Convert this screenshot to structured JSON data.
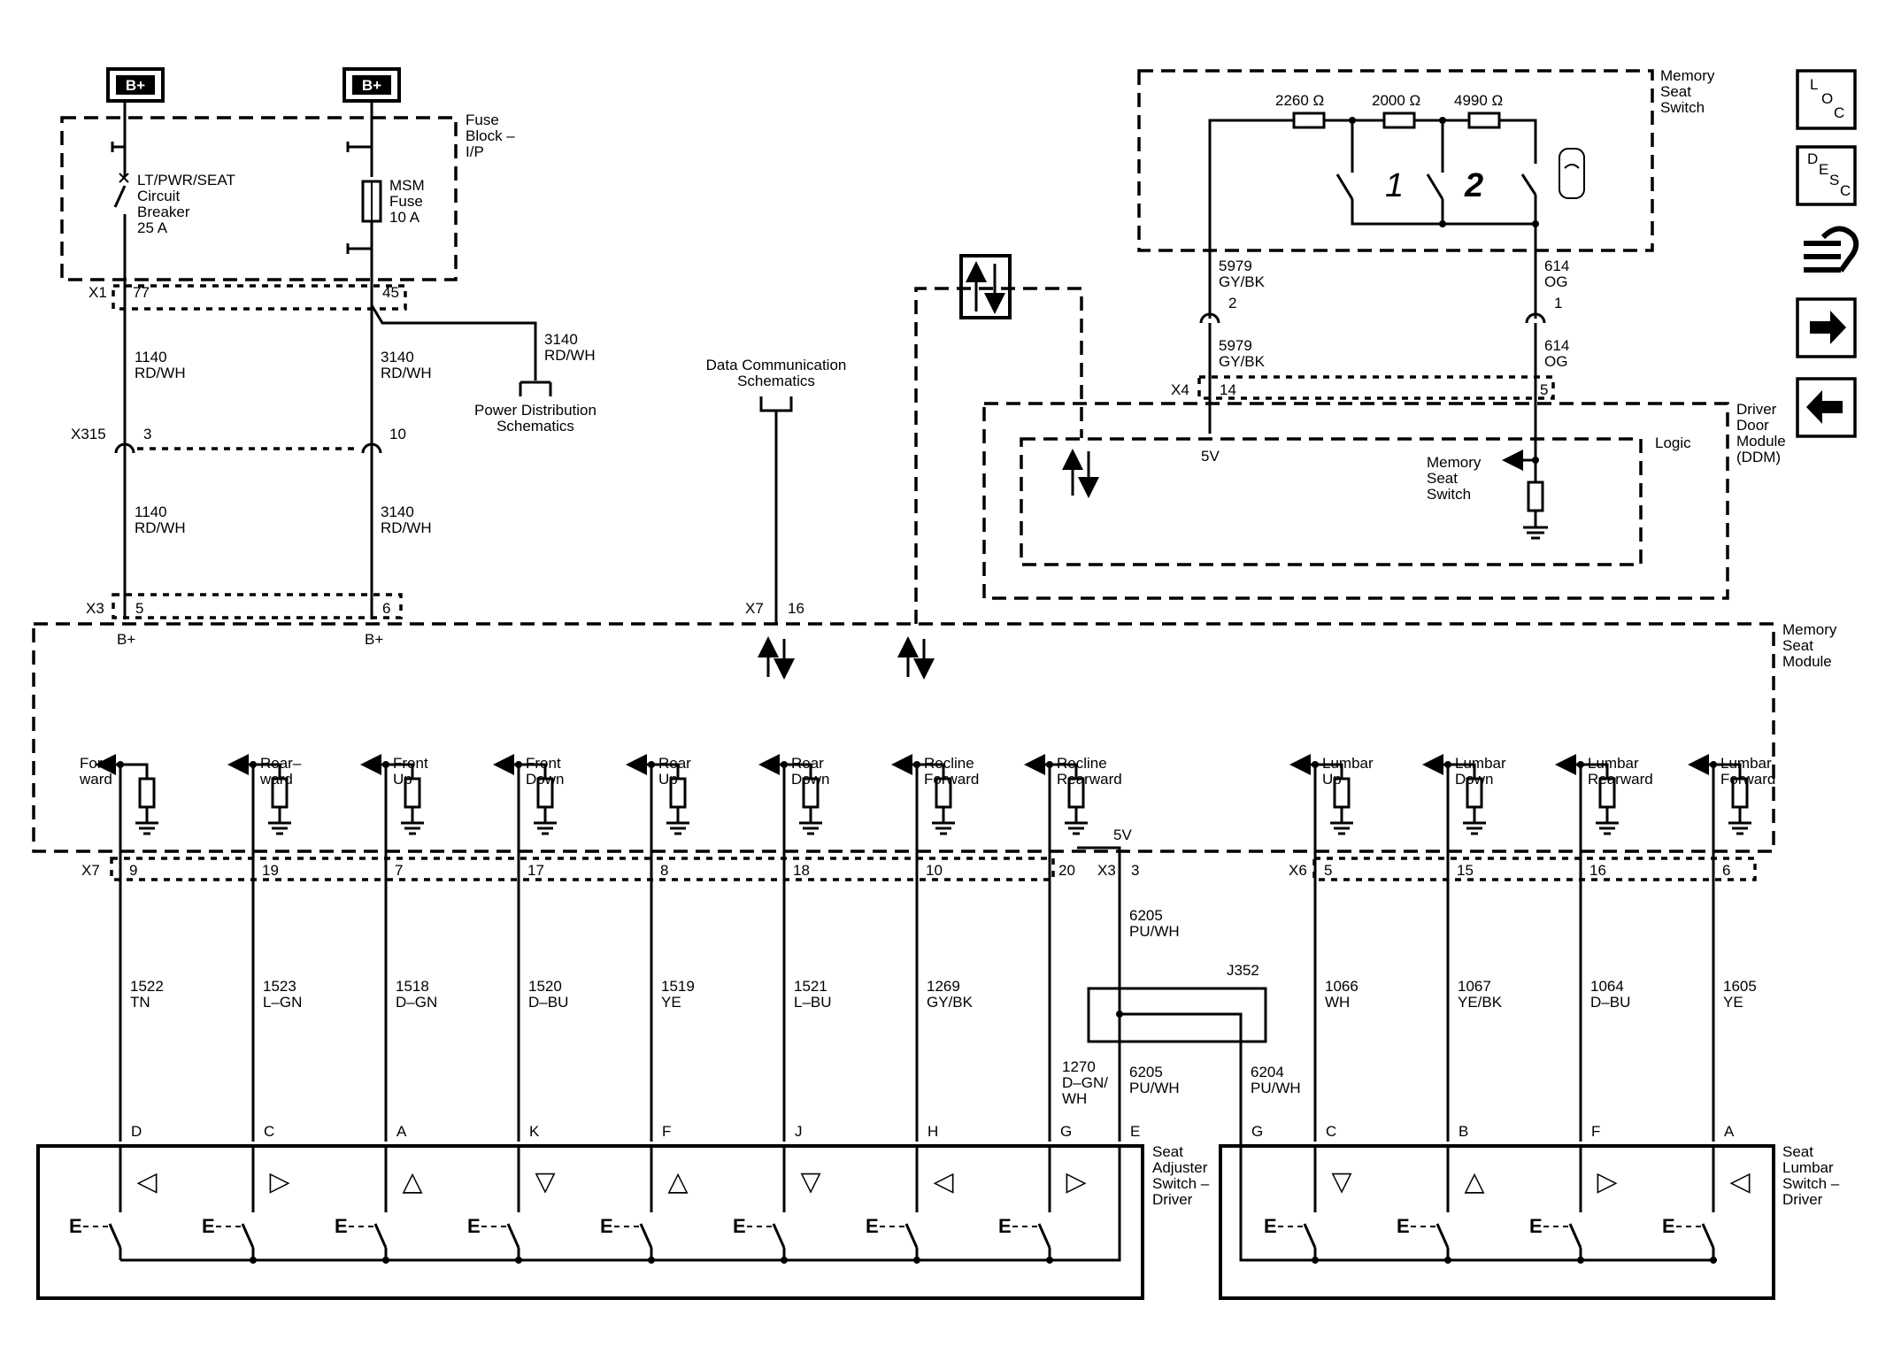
{
  "power": {
    "bplus_1": "B+",
    "bplus_2": "B+"
  },
  "fuse_block": {
    "label_1": "Fuse",
    "label_2": "Block –",
    "label_3": "I/P",
    "breaker_1": "LT/PWR/SEAT",
    "breaker_2": "Circuit",
    "breaker_3": "Breaker",
    "breaker_4": "25 A",
    "fuse_1": "MSM",
    "fuse_2": "Fuse",
    "fuse_3": "10 A"
  },
  "conn_x1": {
    "name": "X1",
    "pin_a": "77",
    "pin_b": "45"
  },
  "conn_x315": {
    "name": "X315",
    "pin_a": "3",
    "pin_b": "10"
  },
  "conn_x3_top": {
    "name": "X3",
    "pin_a": "5",
    "pin_b": "6",
    "lbl_a": "B+",
    "lbl_b": "B+"
  },
  "wires_top": {
    "w1140_num": "1140",
    "w1140_col": "RD/WH",
    "w1140b_num": "1140",
    "w1140b_col": "RD/WH",
    "w3140_num": "3140",
    "w3140_col": "RD/WH",
    "w3140b_num": "3140",
    "w3140b_col": "RD/WH",
    "w3140c_num": "3140",
    "w3140c_col": "RD/WH"
  },
  "power_dist": {
    "line1": "Power Distribution",
    "line2": "Schematics"
  },
  "data_comm": {
    "line1": "Data Communication",
    "line2": "Schematics",
    "conn": "X7",
    "pin": "16"
  },
  "memory_switch": {
    "label_1": "Memory",
    "label_2": "Seat",
    "label_3": "Switch",
    "r1": "2260 Ω",
    "r2": "2000 Ω",
    "r3": "4990 Ω",
    "btn1": "1",
    "btn2": "2"
  },
  "switch_wires": {
    "a_num": "5979",
    "a_col": "GY/BK",
    "a_pin": "2",
    "a2_num": "5979",
    "a2_col": "GY/BK",
    "b_num": "614",
    "b_col": "OG",
    "b_pin": "1",
    "b2_num": "614",
    "b2_col": "OG"
  },
  "conn_x4": {
    "name": "X4",
    "pin_a": "14",
    "pin_b": "5"
  },
  "ddm": {
    "label_1": "Driver",
    "label_2": "Door",
    "label_3": "Module",
    "label_4": "(DDM)",
    "logic": "Logic",
    "v5": "5V",
    "in_1": "Memory",
    "in_2": "Seat",
    "in_3": "Switch"
  },
  "msm": {
    "label_1": "Memory",
    "label_2": "Seat",
    "label_3": "Module"
  },
  "inputs": [
    {
      "l1": "For–",
      "l2": "ward"
    },
    {
      "l1": "Rear–",
      "l2": "ward"
    },
    {
      "l1": "Front",
      "l2": "Up"
    },
    {
      "l1": "Front",
      "l2": "Down"
    },
    {
      "l1": "Rear",
      "l2": "Up"
    },
    {
      "l1": "Rear",
      "l2": "Down"
    },
    {
      "l1": "Recline",
      "l2": "Forward"
    },
    {
      "l1": "Recline",
      "l2": "Rearward"
    },
    {
      "l1": "",
      "l2": ""
    },
    {
      "l1": "Lumbar",
      "l2": "Up"
    },
    {
      "l1": "Lumbar",
      "l2": "Down"
    },
    {
      "l1": "Lumbar",
      "l2": "Rearward"
    },
    {
      "l1": "Lumbar",
      "l2": "Forward"
    }
  ],
  "conn_x7": {
    "name": "X7",
    "pins": [
      "9",
      "19",
      "7",
      "17",
      "8",
      "18",
      "10",
      "20"
    ]
  },
  "conn_x3": {
    "name": "X3",
    "pin": "3",
    "v5": "5V"
  },
  "conn_x6": {
    "name": "X6",
    "pins": [
      "5",
      "15",
      "16",
      "6"
    ]
  },
  "wires_bottom": [
    {
      "num": "1522",
      "col": "TN"
    },
    {
      "num": "1523",
      "col": "L–GN"
    },
    {
      "num": "1518",
      "col": "D–GN"
    },
    {
      "num": "1520",
      "col": "D–BU"
    },
    {
      "num": "1519",
      "col": "YE"
    },
    {
      "num": "1521",
      "col": "L–BU"
    },
    {
      "num": "1269",
      "col": "GY/BK"
    },
    {
      "num": "1066",
      "col": "WH"
    },
    {
      "num": "1067",
      "col": "YE/BK"
    },
    {
      "num": "1064",
      "col": "D–BU"
    },
    {
      "num": "1605",
      "col": "YE"
    }
  ],
  "wire_1270": {
    "num": "1270",
    "col1": "D–GN/",
    "col2": "WH"
  },
  "wire_6205a": {
    "num": "6205",
    "col": "PU/WH"
  },
  "wire_6205b": {
    "num": "6205",
    "col": "PU/WH"
  },
  "wire_6204": {
    "num": "6204",
    "col": "PU/WH"
  },
  "splice": {
    "name": "J352"
  },
  "adj_pins": [
    "D",
    "C",
    "A",
    "K",
    "F",
    "J",
    "H",
    "G",
    "E"
  ],
  "lumbar_pins": [
    "G",
    "C",
    "B",
    "F",
    "A"
  ],
  "adj_switch": {
    "label_1": "Seat",
    "label_2": "Adjuster",
    "label_3": "Switch –",
    "label_4": "Driver"
  },
  "lumbar_switch": {
    "label_1": "Seat",
    "label_2": "Lumbar",
    "label_3": "Switch –",
    "label_4": "Driver"
  },
  "switch_glyph": "E",
  "arrows": {
    "adj": [
      "◁",
      "▷",
      "△",
      "▽",
      "△",
      "▽",
      "◁",
      "▷"
    ],
    "lumbar": [
      "▽",
      "△",
      "▷",
      "◁"
    ]
  },
  "nav": {
    "loc_1": "L",
    "loc_2": "O",
    "loc_3": "C",
    "desc_1": "D",
    "desc_2": "E",
    "desc_3": "S",
    "desc_4": "C",
    "icons": [
      "harness-icon",
      "arrow-right-icon",
      "arrow-left-icon"
    ]
  }
}
